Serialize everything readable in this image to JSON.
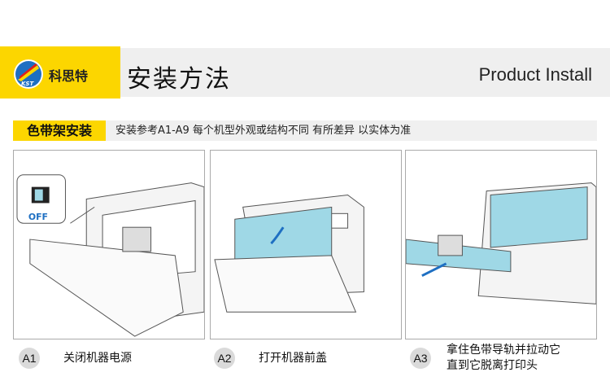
{
  "header": {
    "brand": "科思特",
    "logo_text": "KST",
    "title": "安装方法",
    "title_en": "Product Install"
  },
  "section": {
    "label": "色带架安装",
    "note": "安装参考A1-A9 每个机型外观或结构不同 有所差异 以实体为准"
  },
  "steps": [
    {
      "id": "A1",
      "text": "关闭机器电源",
      "switch_label": "OFF"
    },
    {
      "id": "A2",
      "text": "打开机器前盖"
    },
    {
      "id": "A3",
      "line1": "拿住色带导轨并拉动它",
      "line2": "直到它脱离打印头"
    }
  ],
  "colors": {
    "accent": "#fcd600",
    "highlight": "#9fd8e6"
  }
}
